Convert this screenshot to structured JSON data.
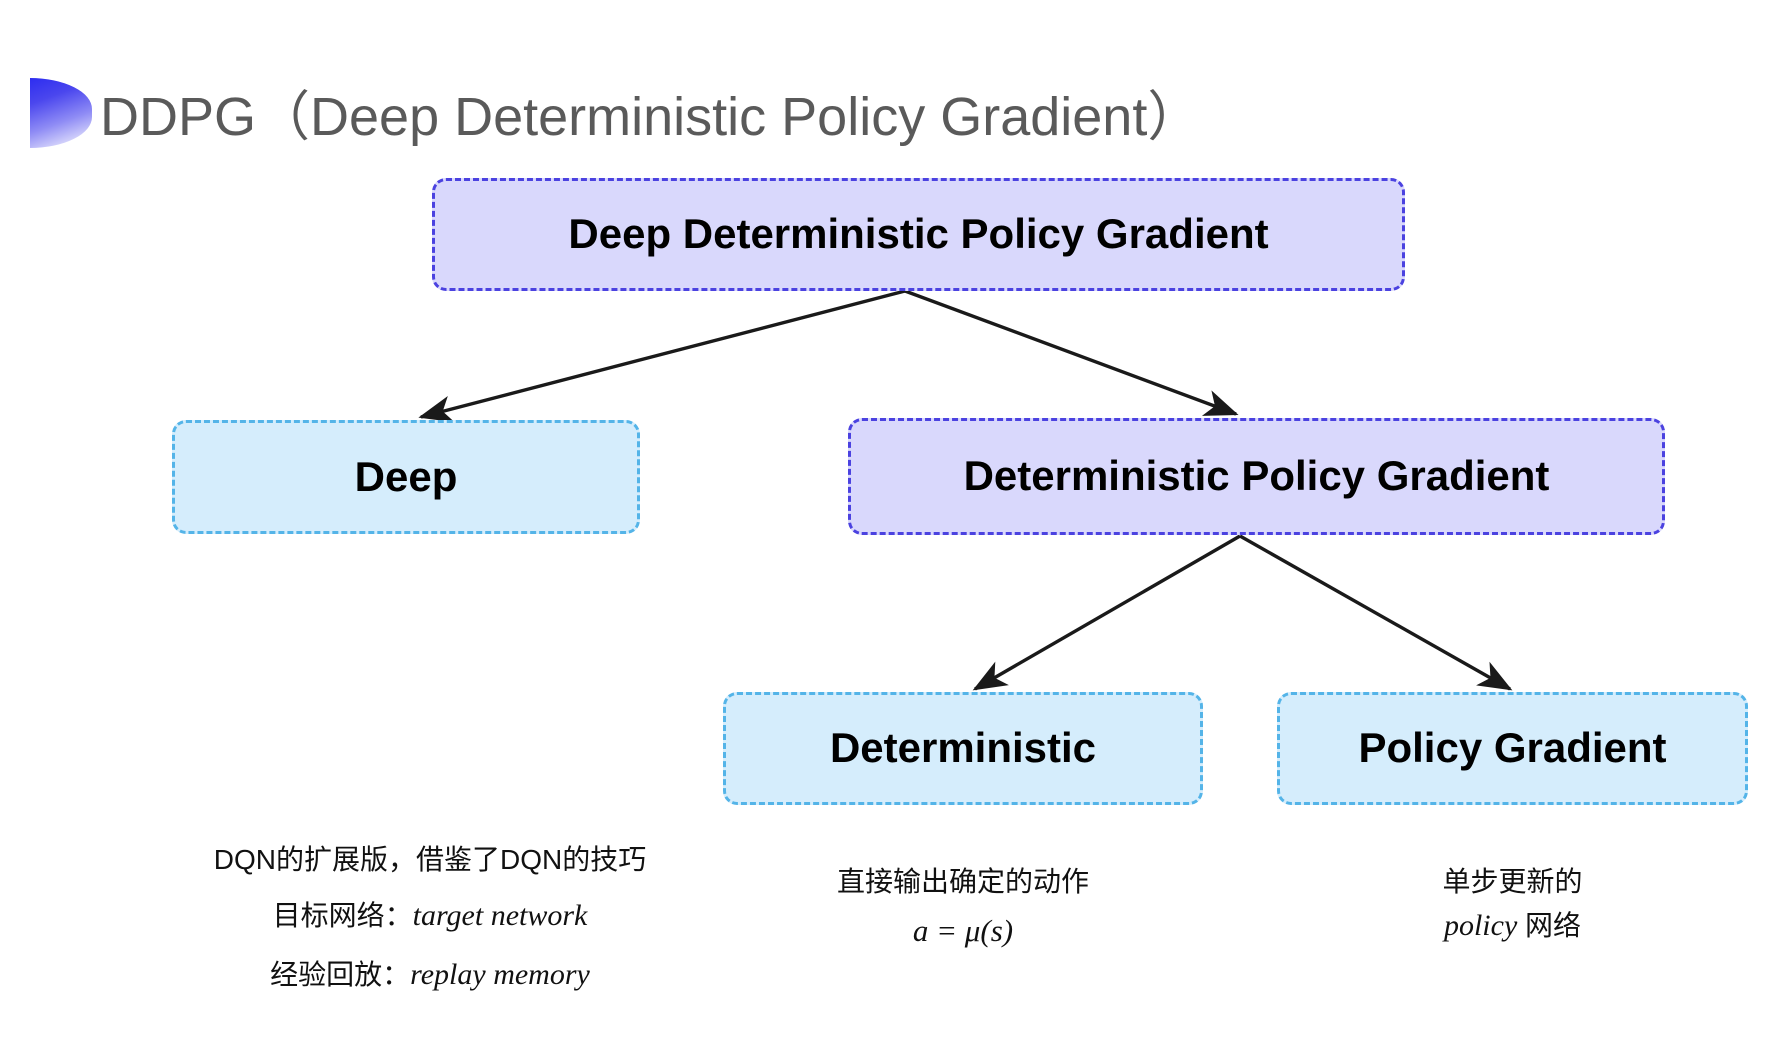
{
  "slide": {
    "title": "DDPG（Deep Deterministic Policy Gradient）",
    "decor_icon": "half-circle-gradient-bullet",
    "colors": {
      "title_text": "#5a5a5a",
      "purple_fill": "#d9d8fc",
      "purple_border": "#4b42e0",
      "blue_fill": "#d5edfc",
      "blue_border": "#54b4e8",
      "arrow": "#1a1a1a",
      "background": "#ffffff"
    }
  },
  "nodes": {
    "root": {
      "label": "Deep Deterministic Policy Gradient",
      "style": "purple"
    },
    "deep": {
      "label": "Deep",
      "style": "blue"
    },
    "dpg": {
      "label": "Deterministic Policy Gradient",
      "style": "purple"
    },
    "deterministic": {
      "label": "Deterministic",
      "style": "blue"
    },
    "policy_gradient": {
      "label": "Policy Gradient",
      "style": "blue"
    }
  },
  "captions": {
    "deep": {
      "line1": "DQN的扩展版，借鉴了DQN的技巧",
      "line2_label": "目标网络：",
      "line2_value": "target network",
      "line3_label": "经验回放：",
      "line3_value": "replay memory"
    },
    "deterministic": {
      "line1": "直接输出确定的动作",
      "formula": "a = μ(s)"
    },
    "policy_gradient": {
      "line1": "单步更新的",
      "line2_value": "policy",
      "line2_suffix": " 网络"
    }
  },
  "edges": [
    {
      "from": "root",
      "to": "deep"
    },
    {
      "from": "root",
      "to": "dpg"
    },
    {
      "from": "dpg",
      "to": "deterministic"
    },
    {
      "from": "dpg",
      "to": "policy_gradient"
    }
  ]
}
